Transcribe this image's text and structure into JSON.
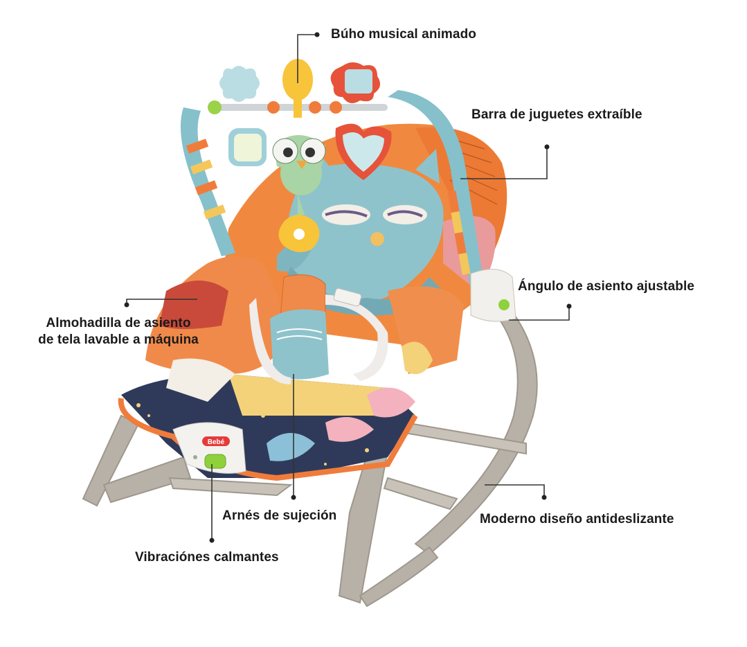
{
  "labels": {
    "owl": "Búho musical animado",
    "toybar": "Barra de juguetes extraíble",
    "angle": "Ángulo de asiento ajustable",
    "pad_line1": "Almohadilla de asiento",
    "pad_line2": "de tela lavable a máquina",
    "harness": "Arnés de sujeción",
    "vibration": "Vibraciónes calmantes",
    "antislip": "Moderno diseño antideslizante"
  },
  "product_badge": "Bebé",
  "colors": {
    "frame": "#b9b2a8",
    "seat_orange": "#f07c3c",
    "owl_blue": "#8fc6cf",
    "navy": "#2f3a5a",
    "pink": "#f3b2bd",
    "green_button": "#8fd13b"
  }
}
